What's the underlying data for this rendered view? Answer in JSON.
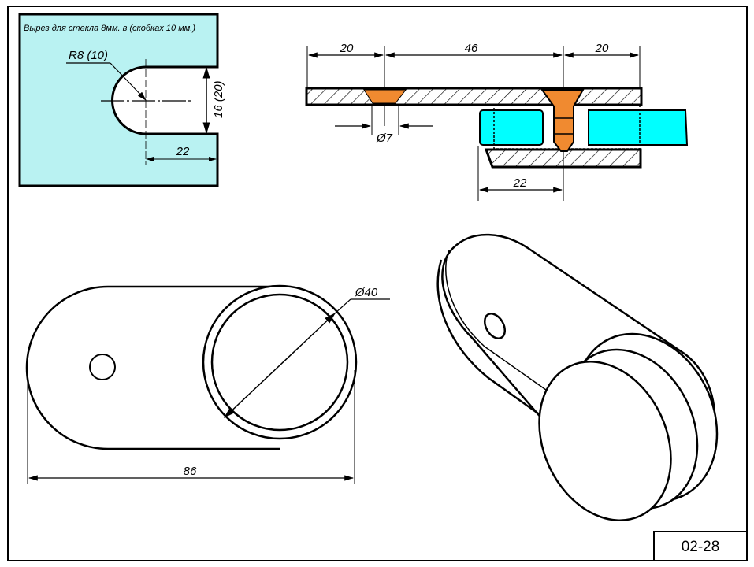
{
  "drawing_number": "02-28",
  "cutout_panel": {
    "note": "Вырез для стекла 8мм. в (скобках 10 мм.)",
    "radius_label": "R8 (10)",
    "height_label": "16 (20)",
    "depth_label": "22"
  },
  "section_view": {
    "dim_left": "20",
    "dim_middle": "46",
    "dim_right": "20",
    "hole_diameter": "Ø7",
    "dim_bottom": "22"
  },
  "front_view": {
    "diameter_label": "Ø40",
    "length_label": "86"
  },
  "colors": {
    "glass": "#00ffff",
    "panel": "#b9f2f2",
    "screw": "#f08a30"
  }
}
